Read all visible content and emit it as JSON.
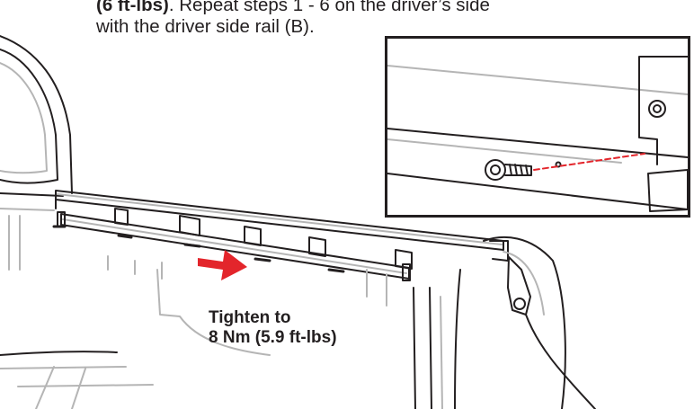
{
  "instruction": {
    "line1_bold": "(6 ft-lbs)",
    "line1_rest": ". Repeat steps 1 - 6 on the driver’s side",
    "line2": "with the driver side rail (B)."
  },
  "callout": {
    "line1": "Tighten to",
    "line2": "8 Nm (5.9 ft-lbs)"
  },
  "colors": {
    "ink": "#231f20",
    "arrow": "#e3252b",
    "leader_dash": "#e3252b",
    "light_line": "#b5b5b5"
  }
}
